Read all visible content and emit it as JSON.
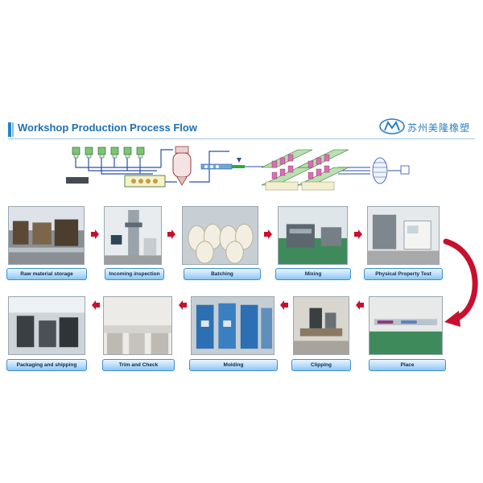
{
  "header": {
    "title": "Workshop Production Process Flow",
    "company_name": "苏州美隆橡塑"
  },
  "colors": {
    "accent": "#1e6fb4",
    "arrow": "#c8102e",
    "label_border": "#3f8ed0"
  },
  "icons": {
    "flow_arrow": "right-arrow-icon",
    "return_arrow": "curved-arrow-icon",
    "logo": "logo-icon"
  },
  "steps": [
    {
      "label": "Raw material storage"
    },
    {
      "label": "Incoming inspection"
    },
    {
      "label": "Batching"
    },
    {
      "label": "Mixing"
    },
    {
      "label": "Physical Property Test"
    },
    {
      "label": "Place"
    },
    {
      "label": "Clipping"
    },
    {
      "label": "Molding"
    },
    {
      "label": "Trim and Check"
    },
    {
      "label": "Packaging and shipping"
    }
  ]
}
